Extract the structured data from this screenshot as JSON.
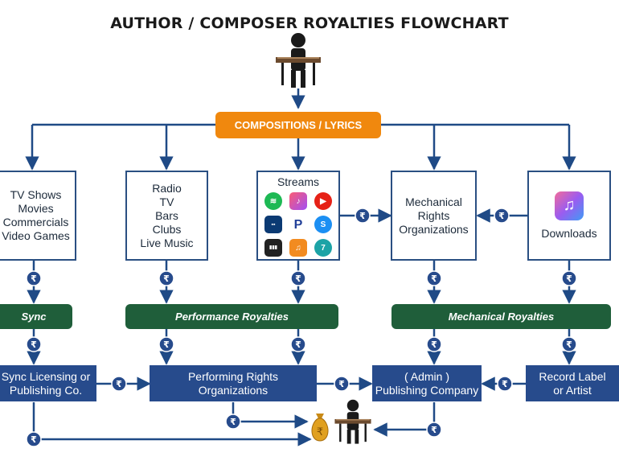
{
  "title": "AUTHOR / COMPOSER ROYALTIES FLOWCHART",
  "compositions_label": "COMPOSITIONS / LYRICS",
  "currency_symbol": "₹",
  "sources": {
    "sync_media": [
      "TV Shows",
      "Movies",
      "Commercials",
      "Video Games"
    ],
    "venues": [
      "Radio",
      "TV",
      "Bars",
      "Clubs",
      "Live Music"
    ],
    "streams_label": "Streams",
    "streaming_apps": [
      "spotify-icon",
      "apple-music-icon",
      "youtube-music-icon",
      "tidal-icon",
      "pandora-icon",
      "shazam-icon",
      "deezer-icon",
      "saavn-icon",
      "7digital-icon"
    ],
    "mechanical_rights": [
      "Mechanical",
      "Rights",
      "Organizations"
    ],
    "downloads_label": "Downloads",
    "downloads_icon": "itunes-icon"
  },
  "royalty_types": {
    "sync": "Sync",
    "performance": "Performance Royalties",
    "mechanical": "Mechanical Royalties"
  },
  "entities": {
    "sync_licensing": [
      "Sync Licensing or",
      "Publishing Co."
    ],
    "pro": [
      "Performing Rights",
      "Organizations"
    ],
    "publishing": [
      "( Admin )",
      "Publishing Company"
    ],
    "record_label": [
      "Record Label",
      "or Artist"
    ]
  },
  "colors": {
    "navy": "#274b8c",
    "arrow": "#1f4a86",
    "green": "#1f5e3a",
    "orange": "#f0880e",
    "money_bag": "#e0a020"
  }
}
